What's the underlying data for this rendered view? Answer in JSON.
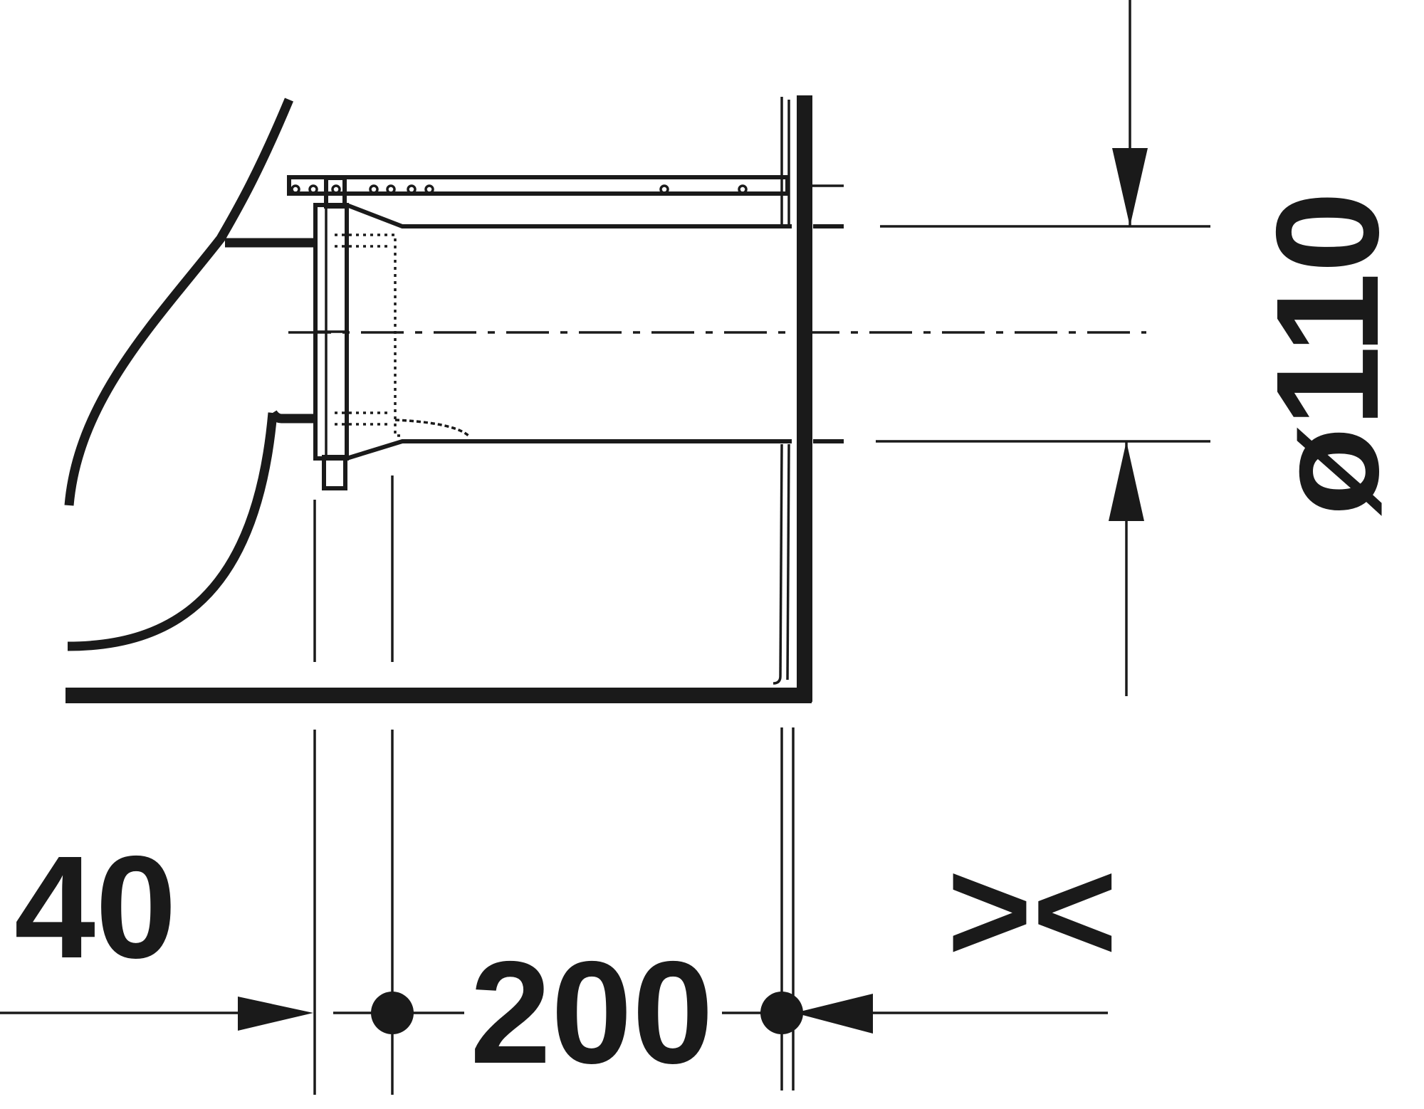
{
  "drawing": {
    "dimensions": {
      "offset_left": "40",
      "offset_center": "200",
      "pipe_diameter": "ø110",
      "tolerance_symbol": "><"
    },
    "colors": {
      "line": "#1a1a1a",
      "background": "#ffffff"
    }
  }
}
